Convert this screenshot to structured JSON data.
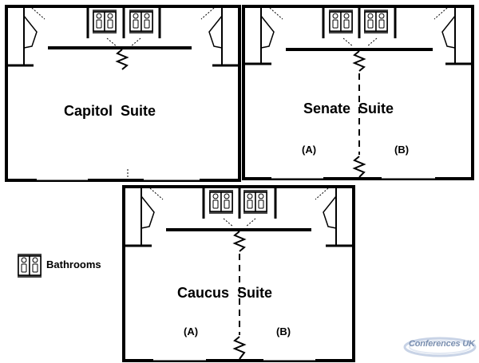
{
  "suites": [
    {
      "key": "capitol",
      "title": "Capitol  Suite"
    },
    {
      "key": "senate",
      "title": "Senate  Suite",
      "section_a": "(A)",
      "section_b": "(B)"
    },
    {
      "key": "caucus",
      "title": "Caucus  Suite",
      "section_a": "(A)",
      "section_b": "(B)"
    }
  ],
  "legend": {
    "label": "Bathrooms",
    "icon": "bathroom-icon"
  },
  "logo": {
    "text": "Conferences UK"
  },
  "colors": {
    "wall": "#000000",
    "background": "#ffffff",
    "logo": "#7a8fb0"
  }
}
